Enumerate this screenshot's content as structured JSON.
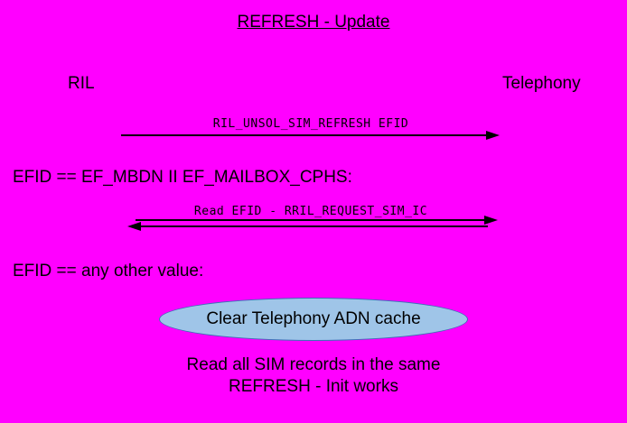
{
  "diagram": {
    "title": "REFRESH - Update",
    "actors": {
      "left": "RIL",
      "right": "Telephony"
    },
    "messages": [
      {
        "label": "RIL_UNSOL_SIM_REFRESH EFID",
        "direction": "right"
      },
      {
        "label": "Read EFID - RRIL_REQUEST_SIM_IC",
        "direction": "both"
      }
    ],
    "conditions": [
      {
        "text": "EFID == EF_MBDN II EF_MAILBOX_CPHS:"
      },
      {
        "text": "EFID == any other value:"
      }
    ],
    "ellipse": {
      "label": "Clear Telephony ADN cache",
      "fill_color": "#9FC5E8",
      "border_color": "#3B6FB6"
    },
    "note": {
      "line1": "Read all SIM records in the same",
      "line2": "REFRESH - Init works"
    },
    "colors": {
      "background": "#FF00FF",
      "text": "#000000"
    }
  }
}
